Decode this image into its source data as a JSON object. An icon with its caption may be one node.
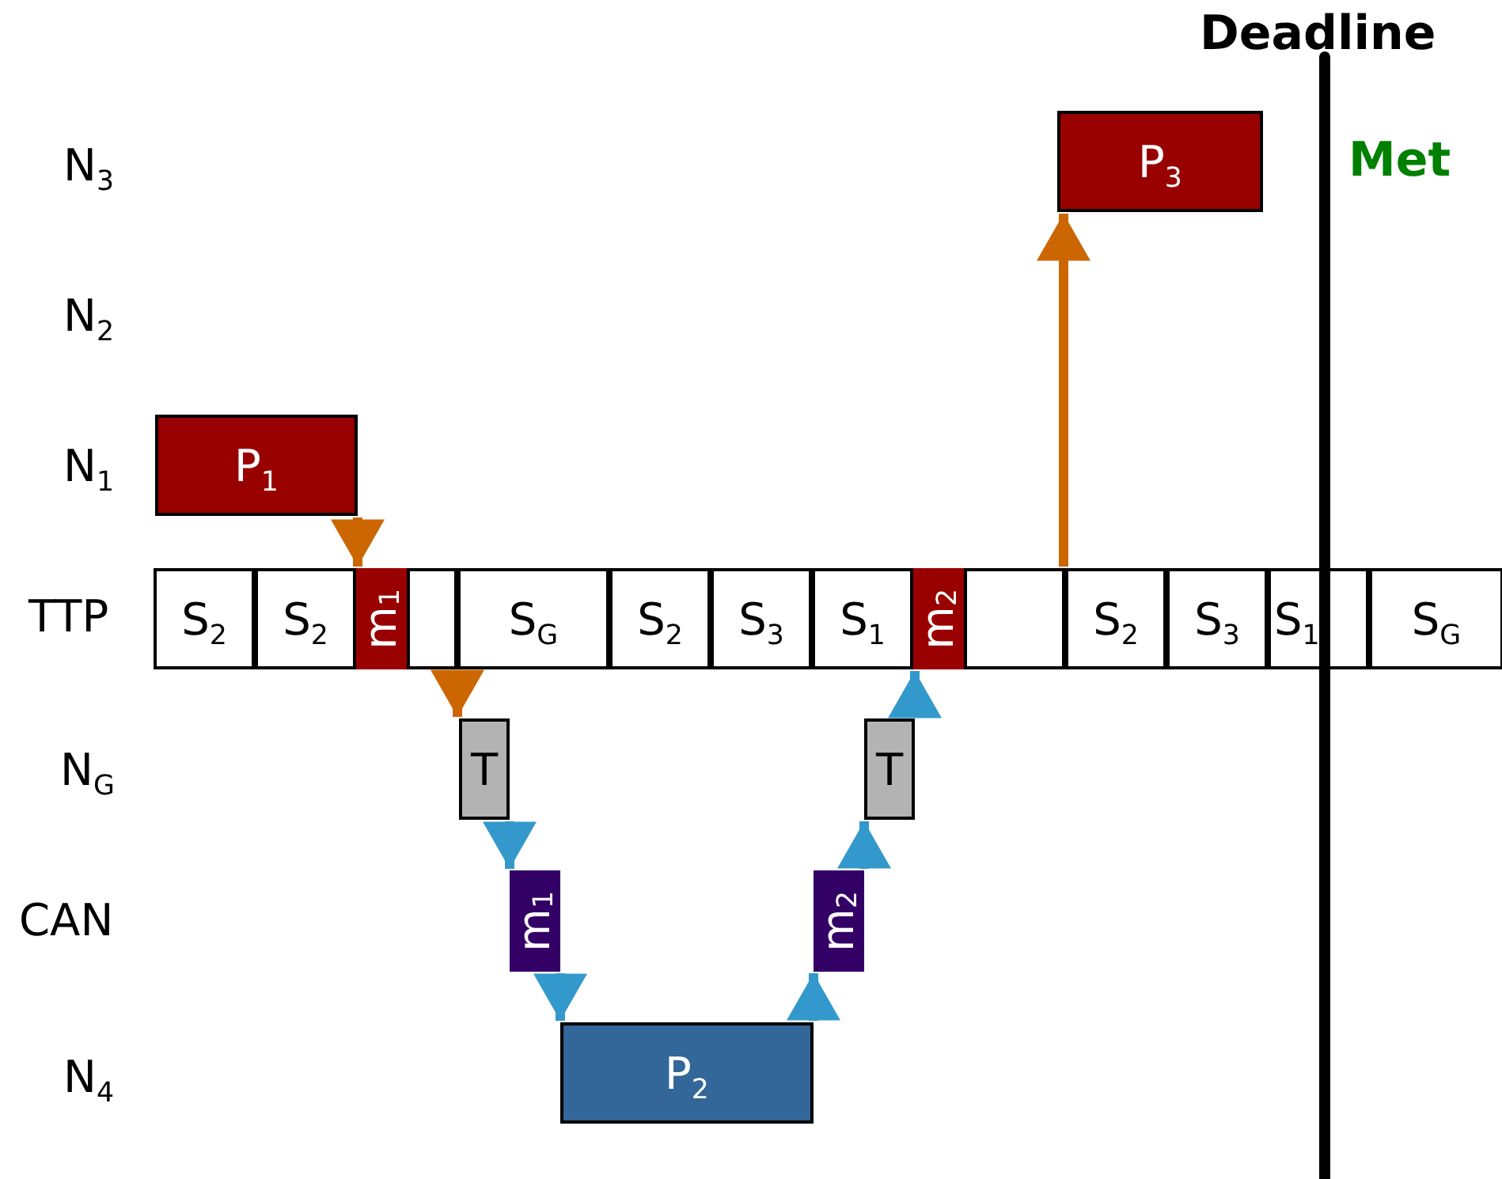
{
  "diagram": {
    "nodes": [
      {
        "text": [
          "P$_{3}$"
        ]
      },
      {
        "text": [
          "P$_{1}$"
        ]
      },
      {
        "text": [
          "S$_{2}$"
        ]
      },
      {
        "text": [
          "S$_{2}$"
        ]
      },
      {
        "text": [
          "m$_{1}$"
        ]
      },
      {
        "text": [],
        "shape": "box"
      },
      {
        "text": [
          "S$_{G}$"
        ]
      },
      {
        "text": [
          "S$_{2}$"
        ]
      },
      {
        "text": [
          "S$_{3}$"
        ]
      },
      {
        "text": [
          "S$_{1}$"
        ]
      },
      {
        "text": [
          "m$_{2}$"
        ]
      },
      {
        "text": [],
        "shape": "box"
      },
      {
        "text": [
          "S$_{2}$"
        ]
      },
      {
        "text": [
          "S$_{3}$"
        ]
      },
      {
        "text": [
          "S$_{1}$"
        ]
      },
      {
        "text": [
          "S$_{G}$"
        ]
      },
      {
        "text": [
          "T"
        ]
      },
      {
        "text": [
          "T"
        ]
      },
      {
        "text": [
          "m$_{1}$"
        ]
      },
      {
        "text": [
          "m$_{2}$"
        ]
      },
      {
        "text": [
          "P$_{2}$"
        ]
      }
    ],
    "edges": [
      {
        "from": 1,
        "to": 4,
        "arrow": "to",
        "color": "#cc6600"
      },
      {
        "from": 5,
        "to": 16,
        "arrow": "to",
        "color": "#cc6600"
      },
      {
        "from": 16,
        "to": 18,
        "arrow": "to"
      },
      {
        "from": 18,
        "to": 20,
        "arrow": "to"
      },
      {
        "from": 20,
        "to": 19,
        "arrow": "to"
      },
      {
        "from": 19,
        "to": 17,
        "arrow": "to"
      },
      {
        "from": 17,
        "to": 10,
        "arrow": "to"
      },
      {
        "from": 11,
        "to": 0,
        "arrow": "to",
        "color": "#cc6600"
      }
    ],
    "labels": [
      "Deadline",
      "N$_{3}$",
      "Met",
      "N$_{2}$",
      "N$_{1}$",
      "TTP",
      "N$_{G}$",
      "CAN",
      "N$_{4}$"
    ]
  }
}
